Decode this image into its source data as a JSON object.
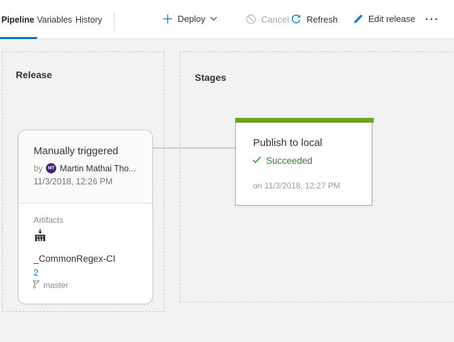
{
  "tabs": [
    {
      "label": "Pipeline",
      "selected": true
    },
    {
      "label": "Variables",
      "selected": false
    },
    {
      "label": "History",
      "selected": false
    }
  ],
  "toolbar": {
    "deploy_label": "Deploy",
    "cancel_label": "Cancel",
    "refresh_label": "Refresh",
    "edit_release_label": "Edit release",
    "more_label": "···"
  },
  "release_panel": {
    "heading": "Release",
    "card": {
      "title": "Manually triggered",
      "by_label": "by",
      "avatar_initials": "MT",
      "author": "Martin Mathai Tho...",
      "date": "11/3/2018, 12:26 PM",
      "artifacts_label": "Artifacts",
      "artifact_icon": "build-artifact-icon",
      "artifact_name": "_CommonRegex-CI",
      "artifact_version": "2",
      "branch_icon": "git-branch-icon",
      "branch": "master"
    }
  },
  "stages_panel": {
    "heading": "Stages",
    "card": {
      "title": "Publish to local",
      "status_icon": "check-icon",
      "status": "Succeeded",
      "date": "on 11/3/2018, 12:27 PM"
    }
  },
  "colors": {
    "accent": "#0078d4",
    "success_bar": "#6ca41c",
    "success_check": "#4ca64c",
    "success_text": "#3b763b",
    "avatar_bg": "#41267a",
    "background": "#f2f2f2"
  }
}
